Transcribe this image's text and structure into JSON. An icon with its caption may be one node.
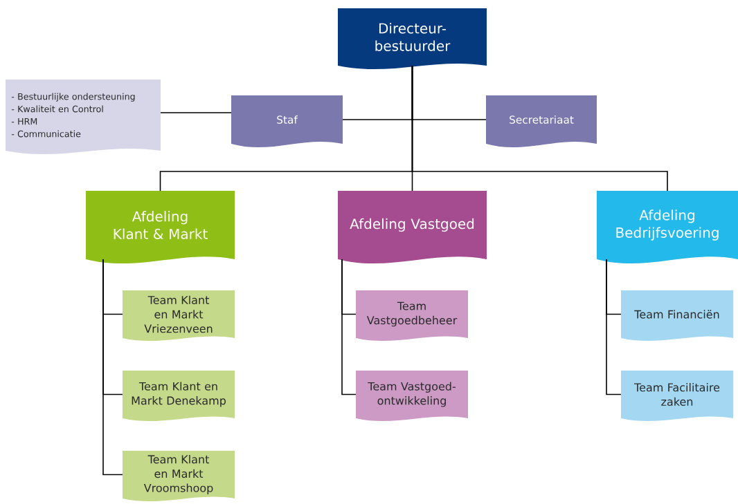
{
  "diagram": {
    "nodes": [
      {
        "text": [
          "Directeur-bestuurder"
        ]
      },
      {
        "text": [
          "- Bestuurlijke ondersteuning",
          "- Kwaliteit en Control",
          "- HRM",
          "- Communicatie"
        ]
      },
      {
        "text": [
          "Staf"
        ]
      },
      {
        "text": [
          "Secretariaat"
        ]
      },
      {
        "text": [
          "Afdeling Klant & Markt"
        ]
      },
      {
        "text": [
          "Afdeling Vastgoed"
        ]
      },
      {
        "text": [
          "Afdeling Bedrijfsvoering"
        ]
      },
      {
        "text": [
          "Team Klant en Markt Vriezenveen"
        ]
      },
      {
        "text": [
          "Team Klant en Markt Denekamp"
        ]
      },
      {
        "text": [
          "Team Klant en Markt Vroomshoop"
        ]
      },
      {
        "text": [
          "Team Vastgoedbeheer"
        ]
      },
      {
        "text": [
          "Team Vastgoed-ontwikkeling"
        ]
      },
      {
        "text": [
          "Team Financiën"
        ]
      },
      {
        "text": [
          "Team Facilitaire zaken"
        ]
      }
    ],
    "edges": [
      {
        "from": 0,
        "to": 2,
        "arrow": "none"
      },
      {
        "from": 0,
        "to": 3,
        "arrow": "none"
      },
      {
        "from": 2,
        "to": 1,
        "arrow": "none"
      },
      {
        "from": 0,
        "to": 4,
        "arrow": "none"
      },
      {
        "from": 0,
        "to": 5,
        "arrow": "none"
      },
      {
        "from": 0,
        "to": 6,
        "arrow": "none"
      },
      {
        "from": 4,
        "to": 7,
        "arrow": "none"
      },
      {
        "from": 4,
        "to": 8,
        "arrow": "none"
      },
      {
        "from": 4,
        "to": 9,
        "arrow": "none"
      },
      {
        "from": 5,
        "to": 10,
        "arrow": "none"
      },
      {
        "from": 5,
        "to": 11,
        "arrow": "none"
      },
      {
        "from": 6,
        "to": 12,
        "arrow": "none"
      },
      {
        "from": 6,
        "to": 13,
        "arrow": "none"
      }
    ]
  }
}
